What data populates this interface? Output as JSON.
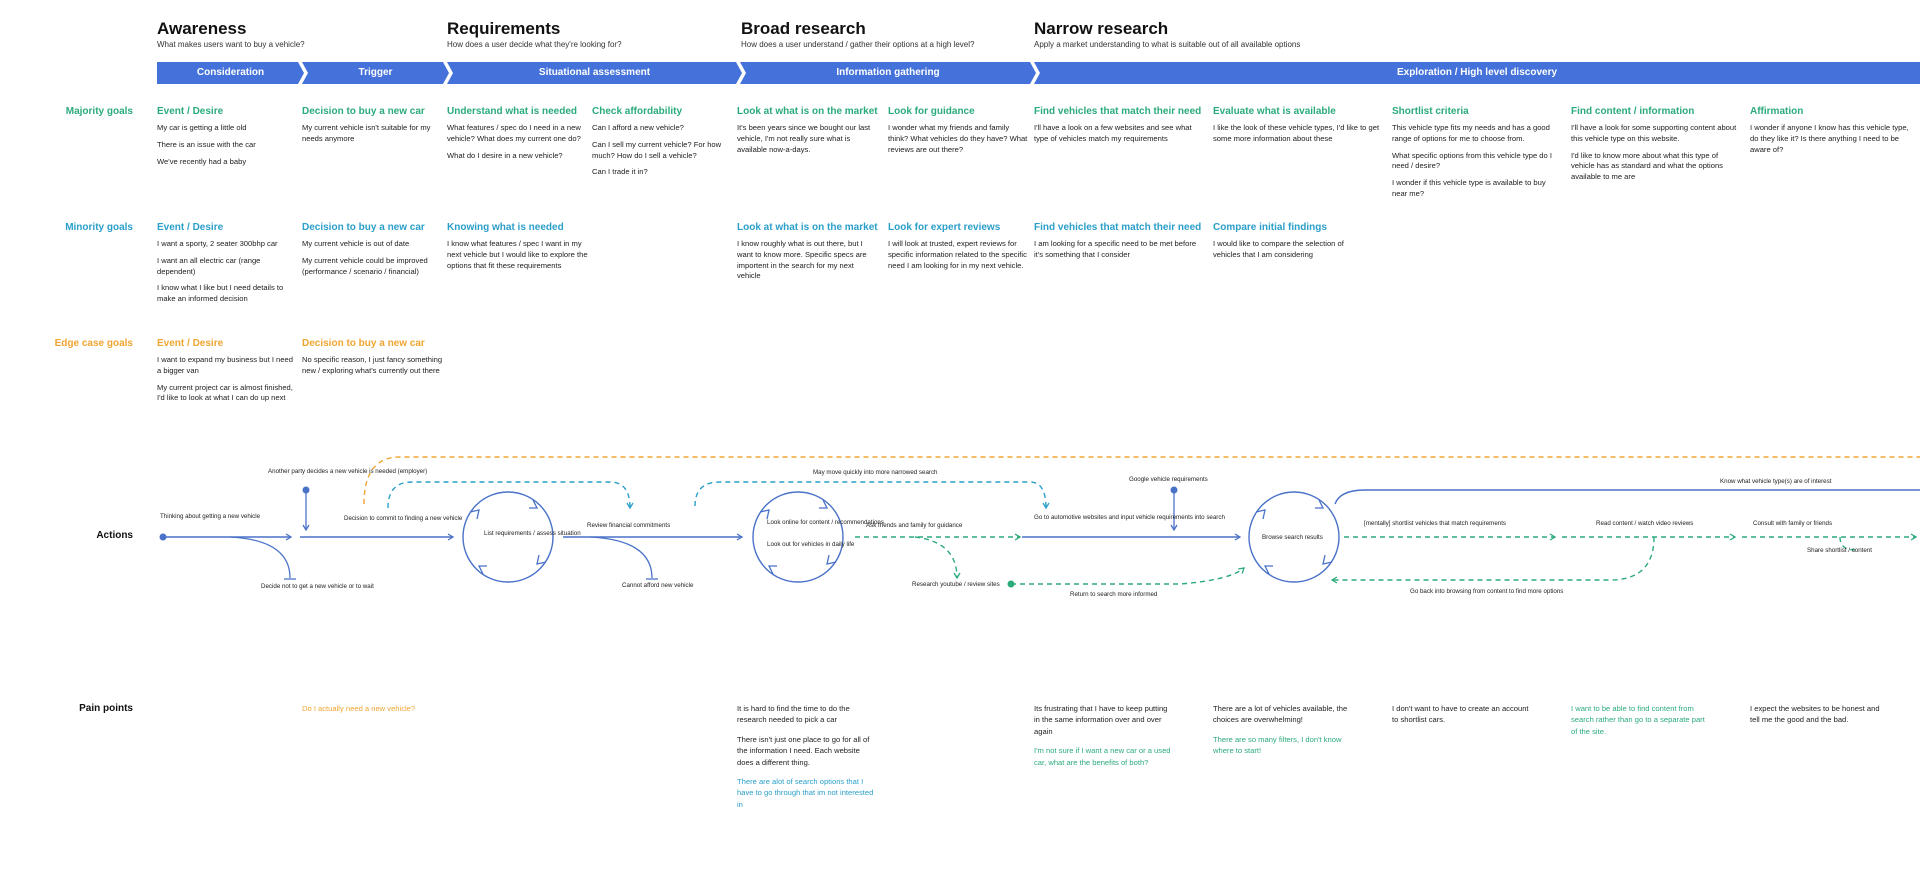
{
  "stages": [
    {
      "title": "Awareness",
      "subtitle": "What makes users want to buy a vehicle?"
    },
    {
      "title": "Requirements",
      "subtitle": "How does a user decide what they're looking for?"
    },
    {
      "title": "Broad research",
      "subtitle": "How does a user understand / gather their options at a high level?"
    },
    {
      "title": "Narrow research",
      "subtitle": "Apply a market understanding to what is suitable out of  all available options"
    }
  ],
  "phases": [
    "Consideration",
    "Trigger",
    "Situational assessment",
    "Information gathering",
    "Exploration / High level discovery"
  ],
  "row_labels": {
    "majority": "Majority goals",
    "minority": "Minority goals",
    "edge": "Edge case goals",
    "actions": "Actions",
    "pain": "Pain points"
  },
  "majority": [
    {
      "title": "Event / Desire",
      "items": [
        "My car is getting a little old",
        "There is an issue with the car",
        "We've recently had a baby"
      ]
    },
    {
      "title": "Decision to buy a new car",
      "items": [
        "My current vehicle isn't suitable for my needs anymore"
      ]
    },
    {
      "title": "Understand what is needed",
      "items": [
        "What features / spec do I need in a new vehicle? What does my current one do?",
        "What do I desire in a new vehicle?"
      ]
    },
    {
      "title": "Check affordability",
      "items": [
        "Can I afford a new vehicle?",
        "Can I sell my current vehicle? For how much? How do I sell a vehicle?",
        "Can I trade it in?"
      ]
    },
    {
      "title": "Look at what is on the market",
      "items": [
        "It's been years since we bought our last vehicle, I'm not really sure what is available now-a-days."
      ]
    },
    {
      "title": "Look for guidance",
      "items": [
        "I wonder what my friends and family think? What vehicles do they have? What reviews are out there?"
      ]
    },
    {
      "title": "Find vehicles that match their need",
      "items": [
        "I'll have a look on a few websites and see what type of vehicles match my requirements"
      ]
    },
    {
      "title": "Evaluate what is available",
      "items": [
        "I like the look of these vehicle types, I'd like to get some more information about these"
      ]
    },
    {
      "title": "Shortlist criteria",
      "items": [
        "This vehicle type fits my needs and has a good range of options for me to choose from.",
        "What specific options from this vehicle type do I need / desire?",
        "I wonder if this vehicle type is available to buy near me?"
      ]
    },
    {
      "title": "Find content / information",
      "items": [
        "I'll have a look for some supporting content about this vehicle type on this website.",
        "I'd like to know more about what this type of vehicle has as standard and what the options available to me are"
      ]
    },
    {
      "title": "Affirmation",
      "items": [
        "I wonder if anyone I know has this vehicle type, do they like it? Is there anything I need to be aware of?"
      ]
    }
  ],
  "minority": [
    {
      "title": "Event / Desire",
      "items": [
        "I want a sporty,  2 seater 300bhp car",
        "I want an all electric car (range dependent)",
        "I know what I like but I need details to make an informed decision"
      ]
    },
    {
      "title": "Decision to buy a new car",
      "items": [
        "My current vehicle is out of date",
        "My current vehicle could be improved (performance / scenario / financial)"
      ]
    },
    {
      "title": "Knowing what is needed",
      "items": [
        "I know what features / spec I want in my next vehicle but I would like to explore the options that fit these requirements"
      ]
    },
    {
      "title": "Look at what is on the market",
      "items": [
        "I know roughly what is out there, but I want to know more. Specific specs are importent in the search for my next vehicle"
      ]
    },
    {
      "title": "Look for expert reviews",
      "items": [
        "I will look at trusted, expert reviews for specific information related to the specific need I am looking for in my next vehicle."
      ]
    },
    {
      "title": "Find vehicles that match their need",
      "items": [
        "I am looking for a specific need to be met before it's something that I consider"
      ]
    },
    {
      "title": "Compare initial findings",
      "items": [
        "I would like to compare the selection of vehicles that I am considering"
      ]
    }
  ],
  "edge": [
    {
      "title": "Event / Desire",
      "items": [
        "I want to expand my business but I need a bigger van",
        "My current project car is almost finished, I'd like to look at what I can do up next"
      ]
    },
    {
      "title": "Decision to buy a new car",
      "items": [
        "No specific reason, I just fancy something new / exploring what's currently out there"
      ]
    }
  ],
  "actions": {
    "thinking": "Thinking about getting a new vehicle",
    "another_party": "Another party decides a new vehicle is needed (employer)",
    "decision_commit": "Decision to commit to finding a new vehicle",
    "decide_not": "Decide not to get a new vehicle or to wait",
    "list_req": "List requirements / assess situation",
    "review_fin": "Review financial commitments",
    "cannot_afford": "Cannot afford new vehicle",
    "may_move": "May move quickly into more narrowed search",
    "look_online": "Look online for content / recommendations",
    "look_out": "Look out for vehicles in daily life",
    "ask_friends": "Ask friends and family for guidance",
    "research_yt": "Research youtube / review sites",
    "goto_auto": "Go to automotive websites and input vehicle requirements into search",
    "google_req": "Google vehicle requirements",
    "return_search": "Return to search more informed",
    "browse": "Browse search results",
    "shortlist": "[mentally] shortlist vehicles that match requirements",
    "read_content": "Read content / watch video reviews",
    "consult": "Consult with family or friends",
    "know_type": "Know what vehicle type(s) are of interest",
    "go_back": "Go back into browsing from content to find more options",
    "share": "Share shortlist / content"
  },
  "pain_points": [
    {
      "items": [
        {
          "text": "Do I actually need a new vehicle?",
          "color": "orange"
        }
      ]
    },
    {
      "items": [
        {
          "text": "It is hard to find the time to do the research needed to pick a car",
          "color": "dark"
        },
        {
          "text": "There isn't just one place to go for all of the information I need. Each website does a different thing.",
          "color": "dark"
        },
        {
          "text": "There are alot of search options that I have to go through that im not interested in",
          "color": "blue"
        }
      ]
    },
    {
      "items": [
        {
          "text": "Its frustrating that I have to keep putting in the same information over and over again",
          "color": "dark"
        },
        {
          "text": "I'm not sure if I want a new car or a used car, what are the benefits of both?",
          "color": "green"
        }
      ]
    },
    {
      "items": [
        {
          "text": "There are a lot of vehicles available, the choices are overwhelming!",
          "color": "dark"
        },
        {
          "text": "There are so many filters, I don't know where to start!",
          "color": "green"
        }
      ]
    },
    {
      "items": [
        {
          "text": "I don't want to have to create an account to shortlist cars.",
          "color": "dark"
        }
      ]
    },
    {
      "items": [
        {
          "text": "I want to be able to find content from search rather than go to a separate part of the site.",
          "color": "green"
        }
      ]
    },
    {
      "items": [
        {
          "text": "I expect the websites to be honest and tell me the good and the bad.",
          "color": "dark"
        }
      ]
    }
  ],
  "colors": {
    "band": "#4472da",
    "line": "#4a72c8",
    "green": "#2bab7b",
    "blue": "#2a9fc9",
    "orange": "#f0a531"
  }
}
